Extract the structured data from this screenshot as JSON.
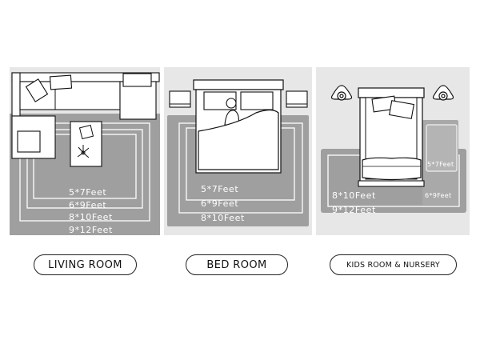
{
  "panels": {
    "living_room": {
      "title": "LIVING ROOM",
      "sizes": [
        "5*7Feet",
        "6*9Feet",
        "8*10Feet",
        "9*12Feet"
      ]
    },
    "bed_room": {
      "title": "BED ROOM",
      "sizes": [
        "5*7Feet",
        "6*9Feet",
        "8*10Feet"
      ]
    },
    "kids_room": {
      "title": "KIDS ROOM & NURSERY",
      "sizes": [
        "5*7Feet",
        "6*9Feet",
        "8*10Feet",
        "9*12Feet"
      ]
    }
  },
  "colors": {
    "panel_bg": "#e7e7e7",
    "rug_largest": "#9f9f9f",
    "rug_smallest": "#b4b4b4",
    "rug_outline": "#ffffff",
    "furniture": "#ffffff",
    "line": "#111111"
  }
}
